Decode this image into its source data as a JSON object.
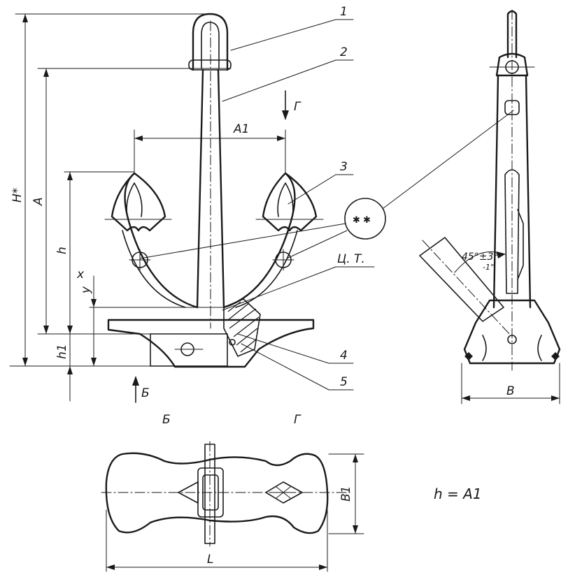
{
  "labels": {
    "part1": "1",
    "part2": "2",
    "part3": "3",
    "part4": "4",
    "part5": "5",
    "centre_of_gravity": "Ц. Т.",
    "view_b": "Б",
    "view_g": "Г",
    "view_b_arrow": "Б",
    "view_g_arrow": "Г"
  },
  "dimensions": {
    "H": "H*",
    "A": "A",
    "h": "h",
    "y": "y",
    "x": "x",
    "h1": "h1",
    "A1": "A1",
    "B": "B",
    "B1": "B1",
    "L": "L",
    "angle": "45°±3°",
    "angle_tol": "-1°"
  },
  "formula": "h = A1",
  "colors": {
    "ink": "#1a1a1a",
    "paper": "#ffffff"
  }
}
